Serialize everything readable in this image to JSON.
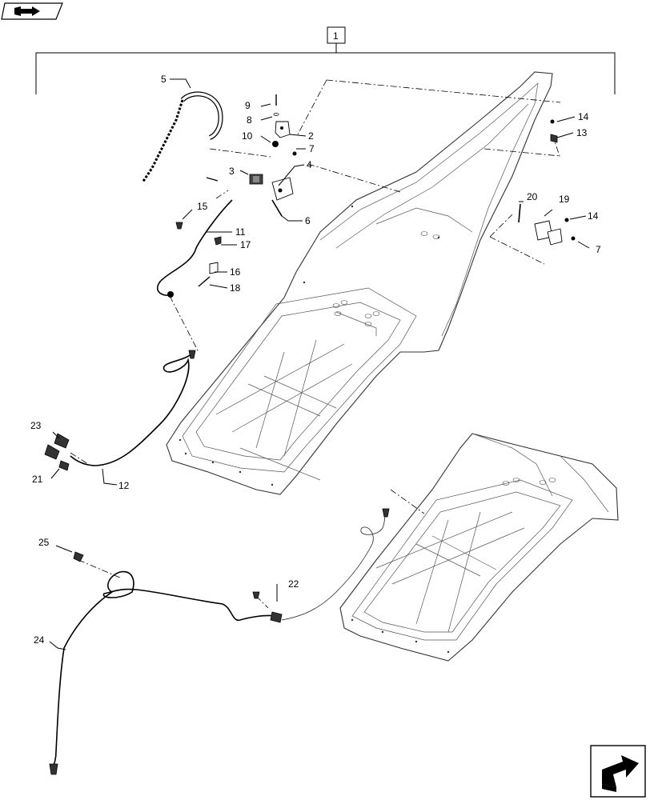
{
  "assembly_ref": "1",
  "callouts": [
    {
      "id": "c1",
      "text": "1"
    },
    {
      "id": "c2",
      "text": "2"
    },
    {
      "id": "c3",
      "text": "3"
    },
    {
      "id": "c4",
      "text": "4"
    },
    {
      "id": "c5",
      "text": "5"
    },
    {
      "id": "c6",
      "text": "6"
    },
    {
      "id": "c7a",
      "text": "7"
    },
    {
      "id": "c7b",
      "text": "7"
    },
    {
      "id": "c8",
      "text": "8"
    },
    {
      "id": "c9",
      "text": "9"
    },
    {
      "id": "c10",
      "text": "10"
    },
    {
      "id": "c11",
      "text": "11"
    },
    {
      "id": "c12",
      "text": "12"
    },
    {
      "id": "c13",
      "text": "13"
    },
    {
      "id": "c14a",
      "text": "14"
    },
    {
      "id": "c14b",
      "text": "14"
    },
    {
      "id": "c15",
      "text": "15"
    },
    {
      "id": "c16",
      "text": "16"
    },
    {
      "id": "c17",
      "text": "17"
    },
    {
      "id": "c18",
      "text": "18"
    },
    {
      "id": "c19",
      "text": "19"
    },
    {
      "id": "c20",
      "text": "20"
    },
    {
      "id": "c21",
      "text": "21"
    },
    {
      "id": "c22",
      "text": "22"
    },
    {
      "id": "c23",
      "text": "23"
    },
    {
      "id": "c24",
      "text": "24"
    },
    {
      "id": "c25",
      "text": "25"
    }
  ],
  "icons": {
    "top_left": "book-arrow-icon",
    "bottom_right": "next-page-arrow-icon"
  }
}
